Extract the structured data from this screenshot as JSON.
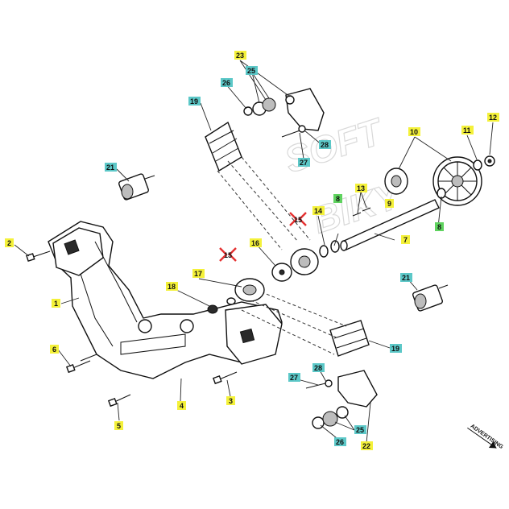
{
  "watermark": [
    "SOFT",
    "BIKY"
  ],
  "direction_label": "ADVERTISING",
  "labels": {
    "l1": "1",
    "l2": "2",
    "l3": "3",
    "l4": "4",
    "l5": "5",
    "l6": "6",
    "l7": "7",
    "l8a": "8",
    "l8b": "8",
    "l9": "9",
    "l10": "10",
    "l11": "11",
    "l12": "12",
    "l13": "13",
    "l14": "14",
    "l15a": "15",
    "l15b": "15",
    "l16": "16",
    "l17": "17",
    "l18": "18",
    "l19a": "19",
    "l19b": "19",
    "l21a": "21",
    "l21b": "21",
    "l22": "22",
    "l23": "23",
    "l25a": "25",
    "l25b": "25",
    "l26a": "26",
    "l26b": "26",
    "l27a": "27",
    "l27b": "27",
    "l28a": "28",
    "l28b": "28"
  },
  "colors": {
    "yellow_tag": "#f4f13a",
    "cyan_tag": "#5cc8c8",
    "green_tag": "#5fd35f",
    "highlight_marker": "#e53030"
  }
}
